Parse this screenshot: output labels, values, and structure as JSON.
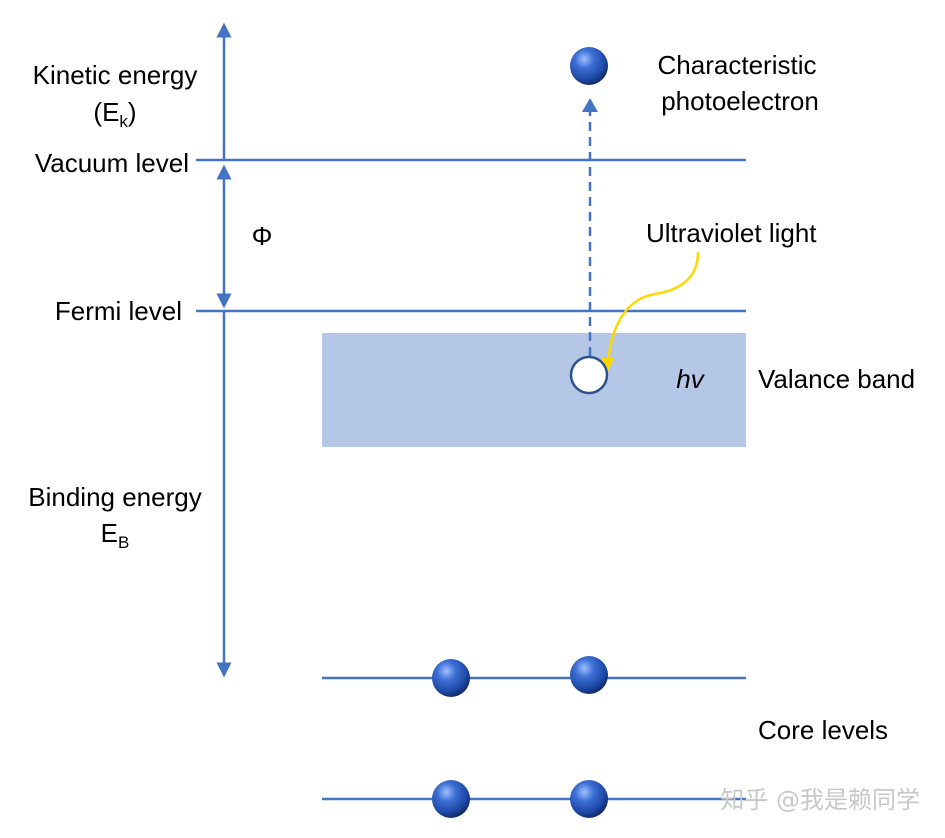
{
  "labels": {
    "kinetic_energy_line1": "Kinetic energy",
    "kinetic_energy_symbol_open": "(E",
    "kinetic_energy_symbol_sub": "k",
    "kinetic_energy_symbol_close": ")",
    "vacuum_level": "Vacuum level",
    "work_function": "Φ",
    "fermi_level": "Fermi level",
    "binding_energy_line1": "Binding energy",
    "binding_energy_symbol": "E",
    "binding_energy_symbol_sub": "B",
    "photoelectron_line1": "Characteristic",
    "photoelectron_line2": "photoelectron",
    "ultraviolet_light": "Ultraviolet light",
    "photon_energy": "hv",
    "valance_band": "Valance band",
    "core_levels": "Core levels"
  },
  "watermark": "知乎 @我是赖同学",
  "colors": {
    "line": "#4472c4",
    "band_fill": "#b4c7e7",
    "electron": "#2e5bb8",
    "uv_arrow": "#ffd800",
    "hole_stroke": "#2f528f"
  },
  "icons": {
    "electron": "blue-sphere",
    "hole": "white-circle"
  }
}
